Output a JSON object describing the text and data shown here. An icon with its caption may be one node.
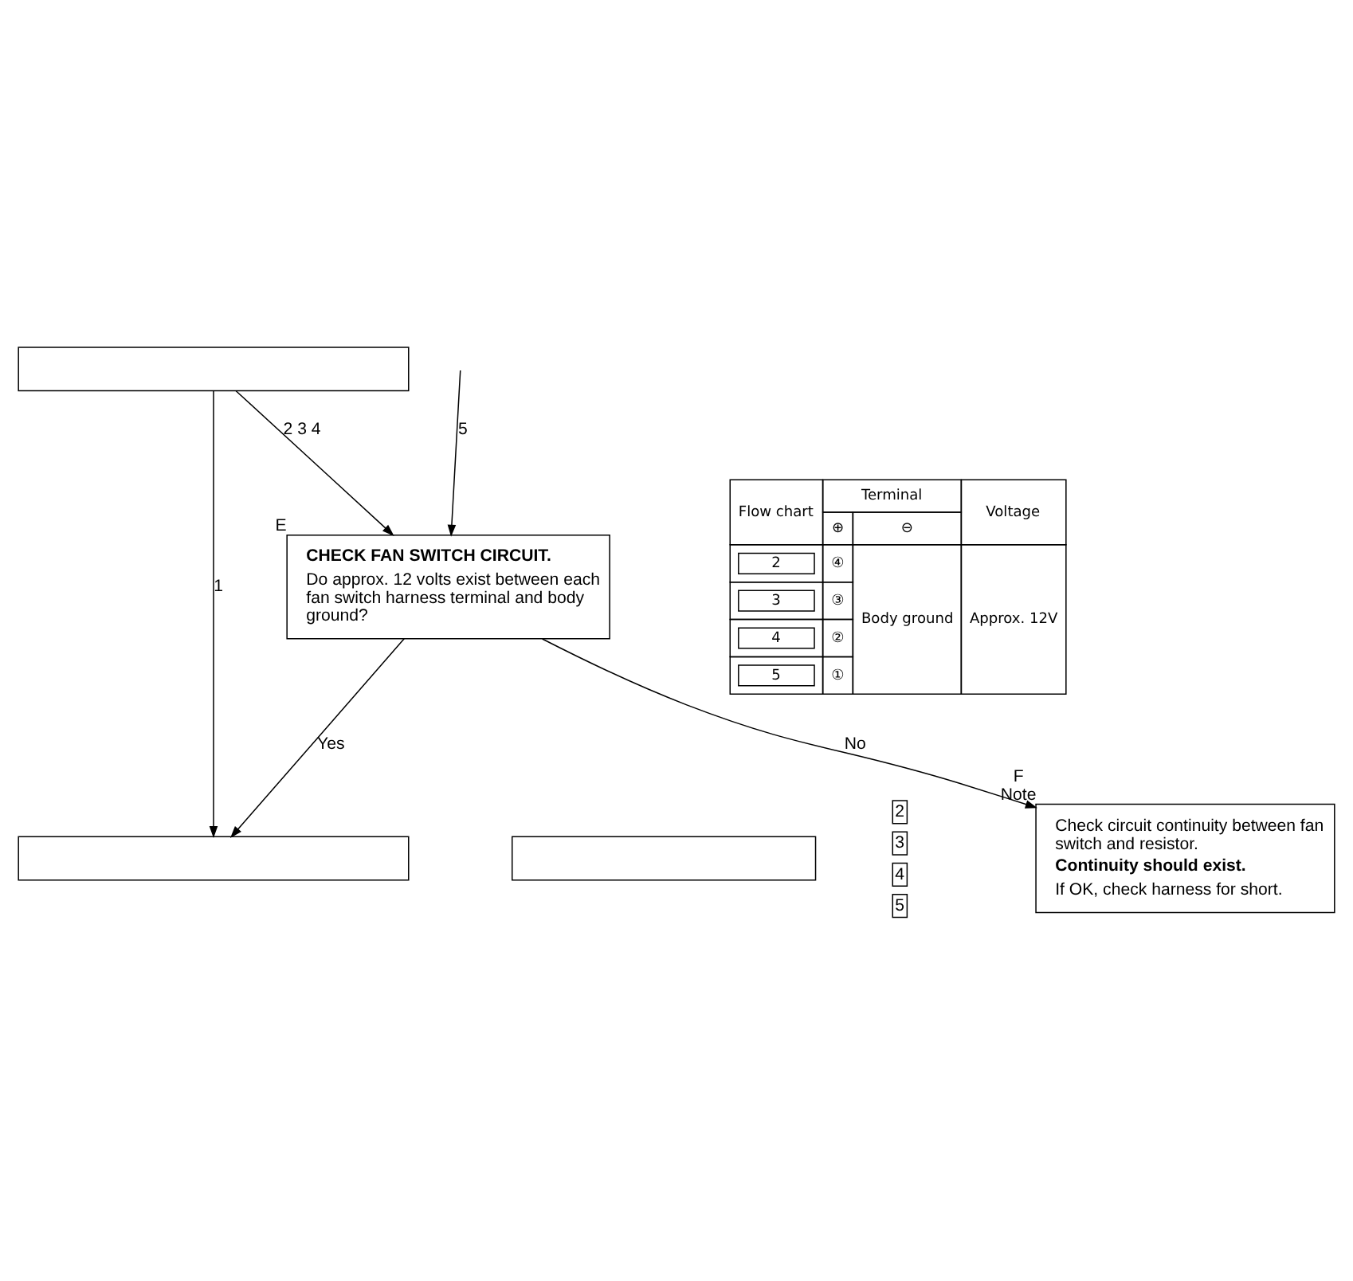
{
  "diagram": {
    "nodes": [
      {
        "text": [],
        "shape": "box"
      },
      {
        "text": [
          "CHECK FAN SWITCH CIRCUIT.",
          "Do approx. 12 volts exist between each fan switch harness terminal and body ground?"
        ],
        "beside": [
          "E"
        ]
      },
      {
        "text": [
          "Check circuit continuity between fan switch and resistor.",
          "Continuity should exist.",
          "If OK, check harness for short."
        ],
        "beside": [
          "F",
          "Note"
        ]
      },
      {
        "text": [],
        "shape": "box"
      },
      {
        "text": [],
        "shape": "box"
      }
    ],
    "edges": [
      {
        "from": 0,
        "to": 3,
        "arrow": "to",
        "label": "1"
      },
      {
        "from": 0,
        "to": 1,
        "arrow": "to",
        "label": "2 3 4"
      },
      {
        "from": null,
        "to": 1,
        "arrow": "to",
        "label": "5"
      },
      {
        "from": 1,
        "to": 3,
        "arrow": "to",
        "label": "Yes"
      },
      {
        "from": 1,
        "to": 2,
        "arrow": "to",
        "label": "No"
      }
    ],
    "labels": [
      "Flow chart",
      "Terminal",
      "Voltage",
      "⊕",
      "⊖",
      "2",
      "④",
      "Body ground",
      "Approx. 12V",
      "3",
      "③",
      "4",
      "②",
      "5",
      "①",
      "2",
      "3",
      "4",
      "5"
    ]
  }
}
